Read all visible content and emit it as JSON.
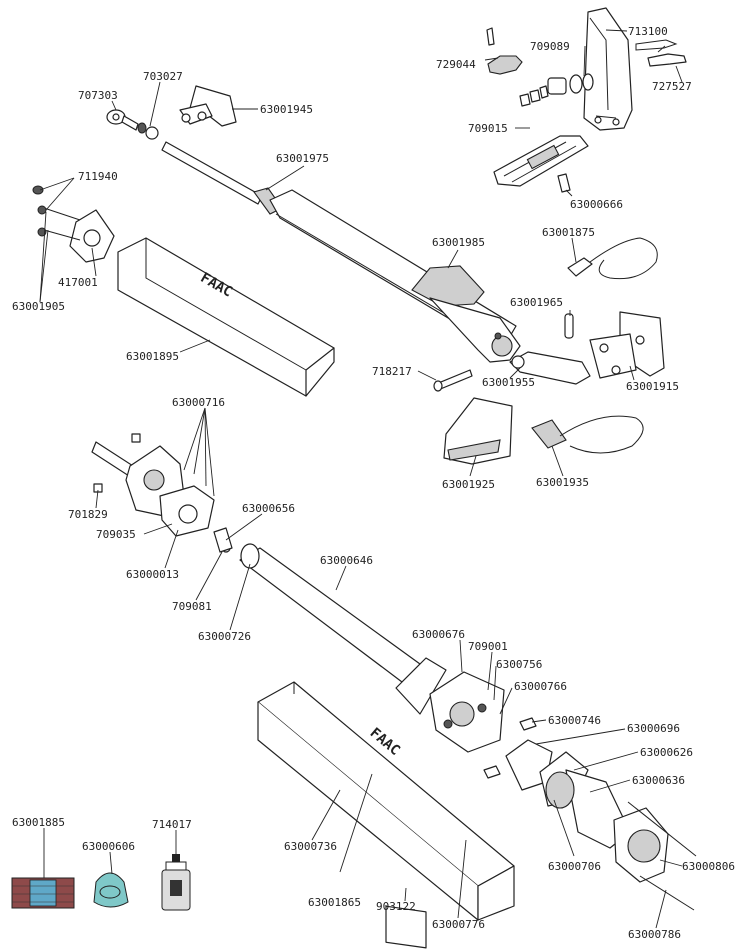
{
  "brand": "FAAC",
  "colors": {
    "line": "#222222",
    "shade": "#cfcfcf",
    "blue": "#5fa8c8",
    "teal": "#7fc8c8"
  },
  "labels": {
    "p713100": "713100",
    "p709089": "709089",
    "p729044": "729044",
    "p727527": "727527",
    "p707303": "707303",
    "p703027": "703027",
    "p63001945": "63001945",
    "p709015": "709015",
    "p63001975": "63001975",
    "p63000666": "63000666",
    "p711940": "711940",
    "p63001985": "63001985",
    "p63001875": "63001875",
    "p417001": "417001",
    "p63001905": "63001905",
    "p63001965": "63001965",
    "p63001895": "63001895",
    "p718217": "718217",
    "p63001955": "63001955",
    "p63001915": "63001915",
    "p63000716": "63000716",
    "p63001925": "63001925",
    "p63001935": "63001935",
    "p701829": "701829",
    "p63000656": "63000656",
    "p709035": "709035",
    "p63000013": "63000013",
    "p63000646": "63000646",
    "p709081": "709081",
    "p63000726": "63000726",
    "p63000676": "63000676",
    "p709001": "709001",
    "p6300756": "6300756",
    "p63000766": "63000766",
    "p63000746": "63000746",
    "p63000696": "63000696",
    "p63000626": "63000626",
    "p63000636": "63000636",
    "p63001885": "63001885",
    "p714017": "714017",
    "p63000606": "63000606",
    "p63000736": "63000736",
    "p63000706": "63000706",
    "p63000806": "63000806",
    "p63001865": "63001865",
    "p903122": "903122",
    "p63000776": "63000776",
    "p63000786": "63000786"
  }
}
